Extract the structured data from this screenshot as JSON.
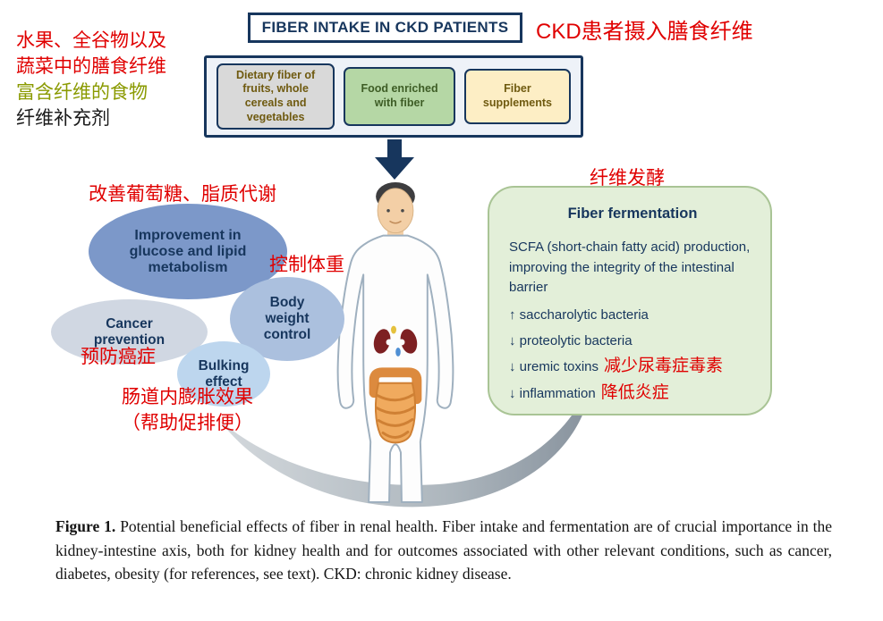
{
  "colors": {
    "navy": "#17365d",
    "annotation_red": "#e00000",
    "annotation_olive": "#8a9a00",
    "source_gray_bg": "#d9d9d9",
    "source_green_bg": "#b5d7a5",
    "source_cream_bg": "#fdeec5",
    "fermentation_box_bg": "#e3efd9",
    "ellipse_blue": "#7c98c9",
    "ellipse_light_blue": "#abc0de",
    "ellipse_gray": "#d0d7e2",
    "ellipse_pale_blue": "#bdd6ee"
  },
  "header": {
    "title": "FIBER INTAKE IN CKD PATIENTS",
    "title_cn": "CKD患者摄入膳食纤维"
  },
  "left_notes": {
    "line1": "水果、全谷物以及",
    "line2": "蔬菜中的膳食纤维",
    "line3": "富含纤维的食物",
    "line4": "纤维补充剂"
  },
  "sources": {
    "dietary": "Dietary fiber of fruits, whole cereals and vegetables",
    "enriched": "Food enriched with fiber",
    "supplements": "Fiber supplements"
  },
  "effects": {
    "metabolism": {
      "label": "Improvement in glucose and lipid metabolism",
      "note_cn": "改善葡萄糖、脂质代谢"
    },
    "body_weight": {
      "label": "Body weight control",
      "note_cn": "控制体重"
    },
    "cancer": {
      "label": "Cancer prevention",
      "note_cn": "预防癌症"
    },
    "bulking": {
      "label": "Bulking effect",
      "note_cn_line1": "肠道内膨胀效果",
      "note_cn_line2": "（帮助促排便）"
    }
  },
  "fermentation": {
    "note_cn": "纤维发酵",
    "title": "Fiber fermentation",
    "body": "SCFA (short-chain fatty acid) production, improving the integrity of the intestinal barrier",
    "items": [
      {
        "text": "↑ saccharolytic bacteria"
      },
      {
        "text": "↓ proteolytic bacteria"
      },
      {
        "text": "↓ uremic toxins",
        "note_cn": "减少尿毒症毒素"
      },
      {
        "text": "↓ inflammation",
        "note_cn": "降低炎症"
      }
    ]
  },
  "caption": {
    "label": "Figure 1.",
    "text": "Potential beneficial effects of fiber in renal health. Fiber intake and fermentation are of crucial importance in the kidney-intestine axis, both for kidney health and for outcomes associated with other relevant conditions, such as cancer, diabetes, obesity (for references, see text). CKD: chronic kidney disease."
  }
}
